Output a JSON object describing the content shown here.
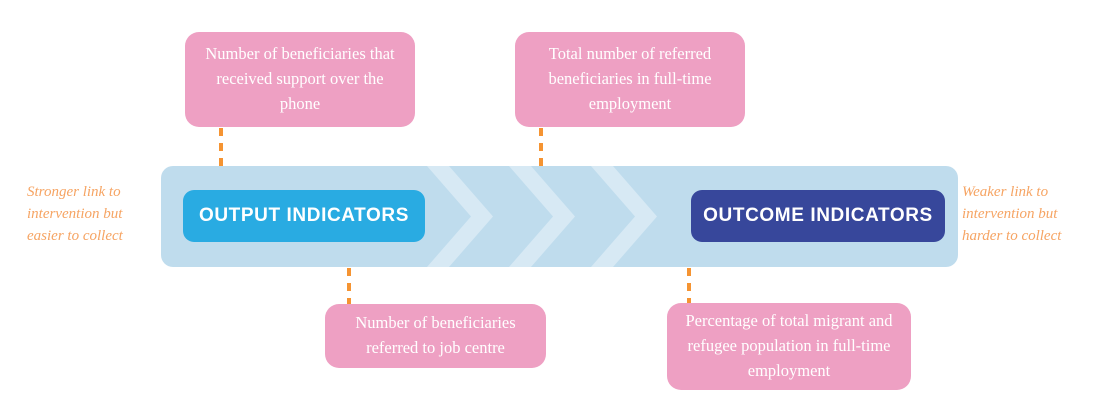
{
  "diagram": {
    "title": "Output vs Outcome indicators continuum",
    "colors": {
      "band": "#bfdced",
      "chevron": "#d7e9f4",
      "output_pill": "#29abe2",
      "outcome_pill": "#37479b",
      "example_box": "#eea0c3",
      "connector": "#f59432",
      "side_note": "#f6a463",
      "background": "#ffffff"
    },
    "pills": [
      {
        "id": "output",
        "label": "OUTPUT INDICATORS"
      },
      {
        "id": "outcome",
        "label": "OUTCOME INDICATORS"
      }
    ],
    "chevron_count": 3,
    "side_notes": {
      "left": "Stronger link to intervention but easier to collect",
      "right": "Weaker link to intervention but harder to collect"
    },
    "examples": [
      {
        "id": "output-example-phone",
        "position": "top-left",
        "text": "Number of beneficiaries that received support over the phone"
      },
      {
        "id": "outcome-example-referred-employment",
        "position": "top-right",
        "text": "Total number of referred beneficiaries in full-time employment"
      },
      {
        "id": "output-example-job-centre",
        "position": "bottom-left",
        "text": "Number of beneficiaries referred to job centre"
      },
      {
        "id": "outcome-example-population-employment",
        "position": "bottom-right",
        "text": "Percentage of total migrant and refugee population in full-time employment"
      }
    ]
  }
}
